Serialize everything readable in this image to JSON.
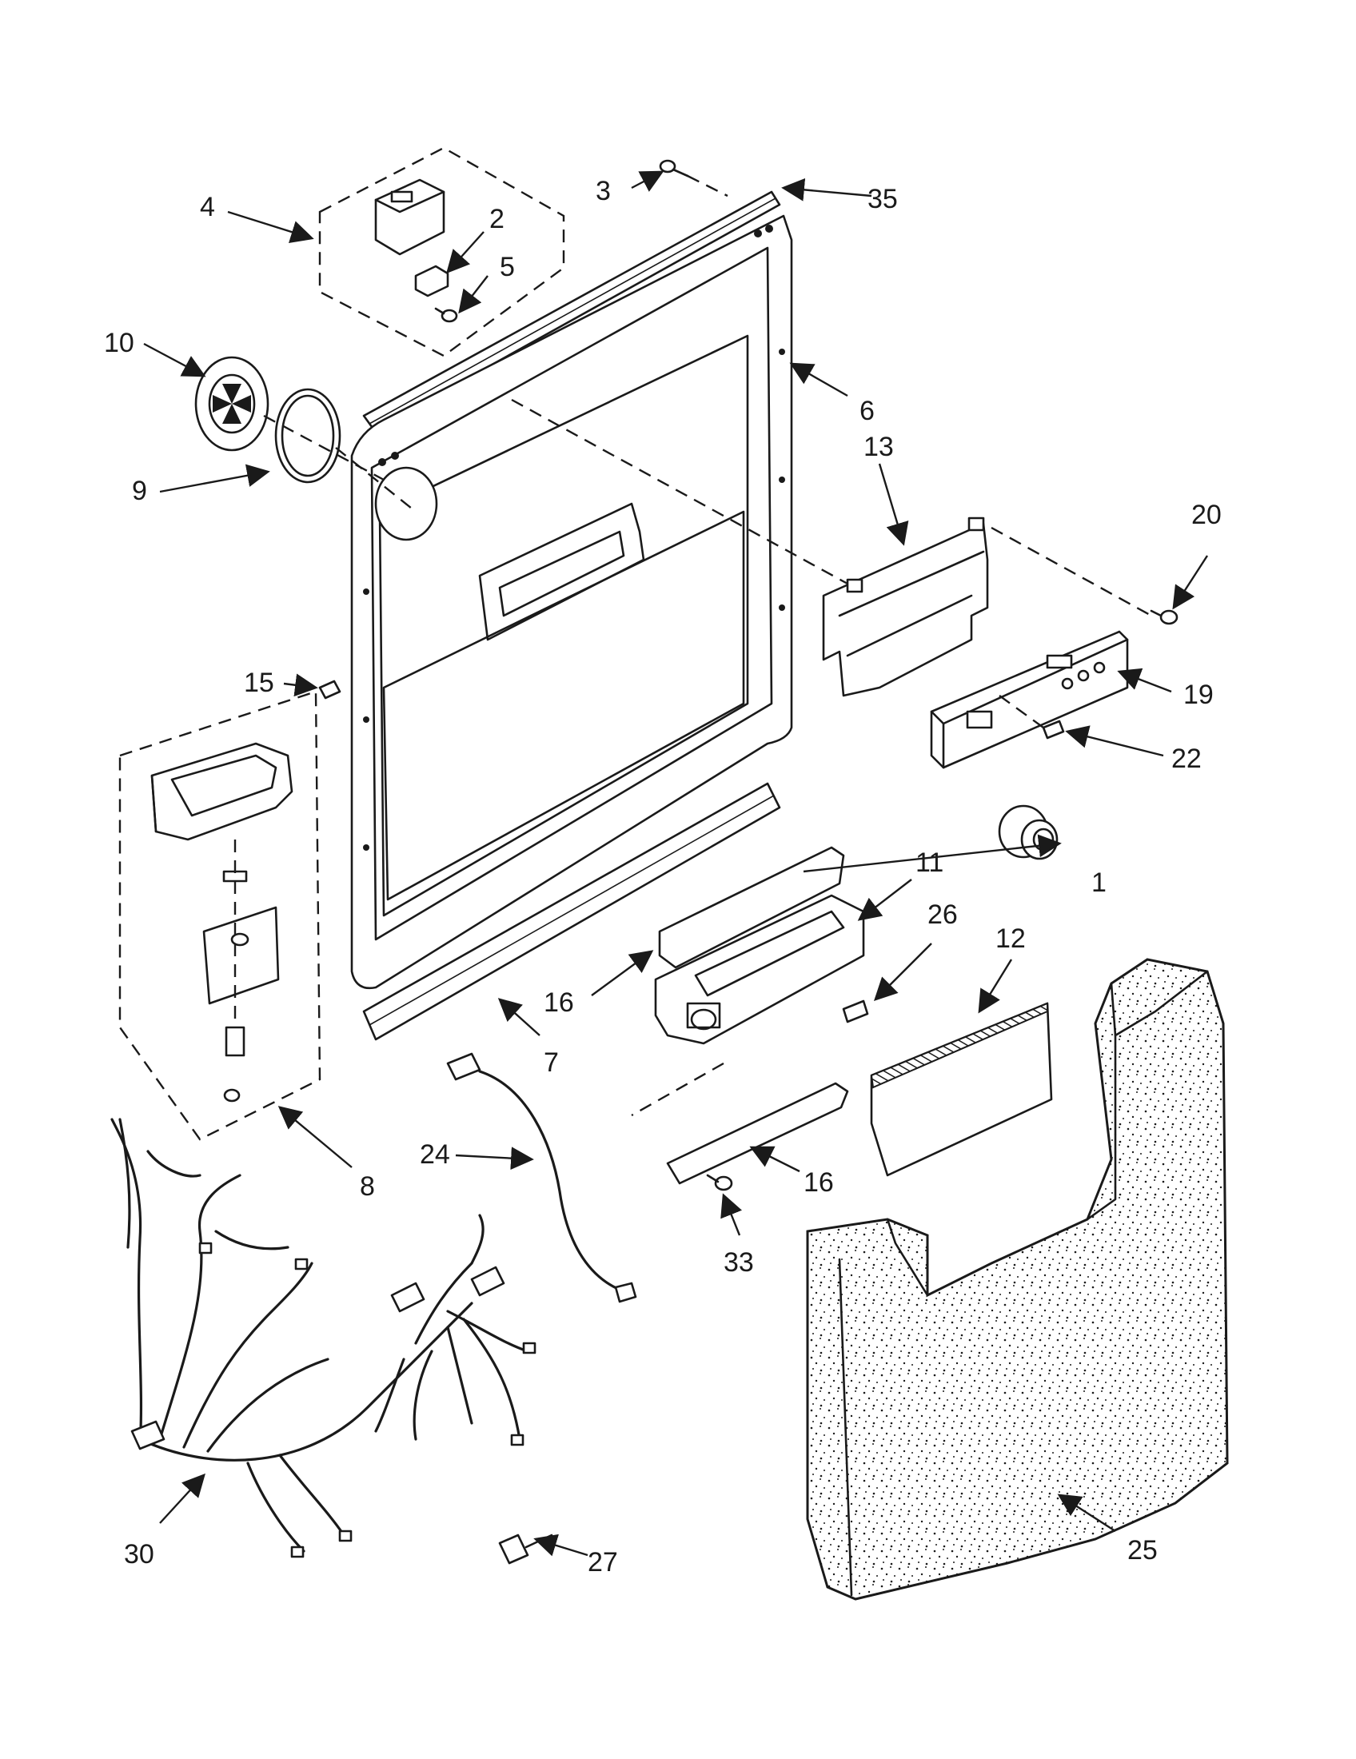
{
  "callouts": {
    "c1": "1",
    "c2": "2",
    "c3": "3",
    "c4": "4",
    "c5": "5",
    "c6": "6",
    "c7": "7",
    "c8": "8",
    "c9": "9",
    "c10": "10",
    "c11": "11",
    "c12": "12",
    "c13": "13",
    "c15": "15",
    "c16a": "16",
    "c16b": "16",
    "c19": "19",
    "c20": "20",
    "c22": "22",
    "c24": "24",
    "c25": "25",
    "c26": "26",
    "c27": "27",
    "c30": "30",
    "c33": "33",
    "c35": "35"
  },
  "colors": {
    "ink": "#1a1a1a",
    "paper": "#ffffff"
  }
}
